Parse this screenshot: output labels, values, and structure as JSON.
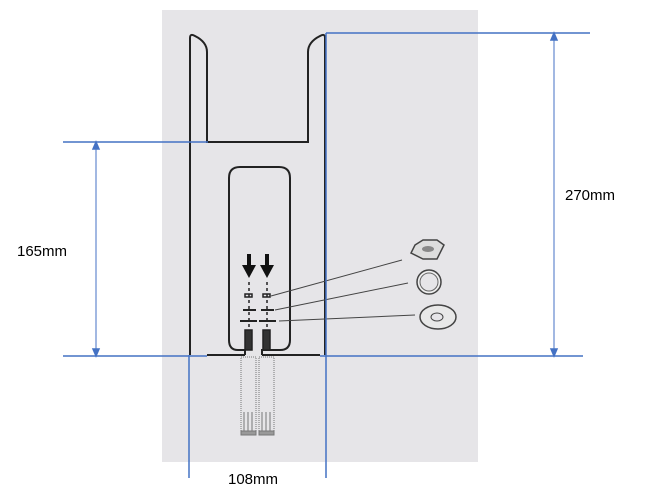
{
  "dimensions": {
    "height_small": "165mm",
    "height_total": "270mm",
    "width": "108mm"
  },
  "colors": {
    "background_panel": "#e6e5e8",
    "dimension_line": "#4472c4",
    "outline": "#222222"
  },
  "parts": [
    "nut-icon",
    "spring-washer-icon",
    "flat-washer-icon"
  ]
}
